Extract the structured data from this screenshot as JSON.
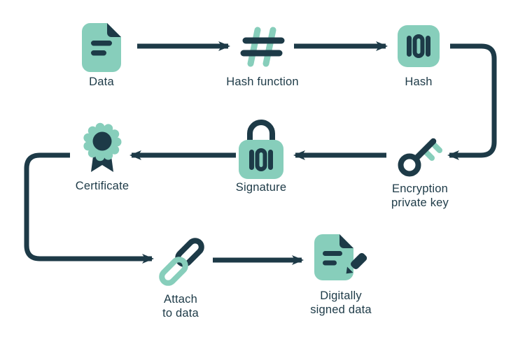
{
  "colors": {
    "teal": "#87CEBB",
    "dark_navy": "#1D3A47",
    "background": "#FFFFFF"
  },
  "nodes": [
    {
      "id": "data",
      "label": "Data",
      "icon": "document-icon"
    },
    {
      "id": "hash-function",
      "label": "Hash function",
      "icon": "hash-symbol-icon"
    },
    {
      "id": "hash",
      "label": "Hash",
      "icon": "binary-square-icon"
    },
    {
      "id": "encryption-private-key",
      "label": "Encryption\nprivate key",
      "icon": "key-icon"
    },
    {
      "id": "signature",
      "label": "Signature",
      "icon": "binary-padlock-icon"
    },
    {
      "id": "certificate",
      "label": "Certificate",
      "icon": "rosette-ribbon-icon"
    },
    {
      "id": "attach-to-data",
      "label": "Attach\nto data",
      "icon": "chain-link-icon"
    },
    {
      "id": "digitally-signed-data",
      "label": "Digitally\nsigned data",
      "icon": "signed-document-icon"
    }
  ],
  "edges": [
    {
      "from": "data",
      "to": "hash-function",
      "shape": "straight-right"
    },
    {
      "from": "hash-function",
      "to": "hash",
      "shape": "straight-right"
    },
    {
      "from": "hash",
      "to": "encryption-private-key",
      "shape": "right-then-down-then-left"
    },
    {
      "from": "encryption-private-key",
      "to": "signature",
      "shape": "straight-left"
    },
    {
      "from": "signature",
      "to": "certificate",
      "shape": "straight-left"
    },
    {
      "from": "certificate",
      "to": "attach-to-data",
      "shape": "left-then-down-then-right"
    },
    {
      "from": "attach-to-data",
      "to": "digitally-signed-data",
      "shape": "straight-right"
    }
  ]
}
